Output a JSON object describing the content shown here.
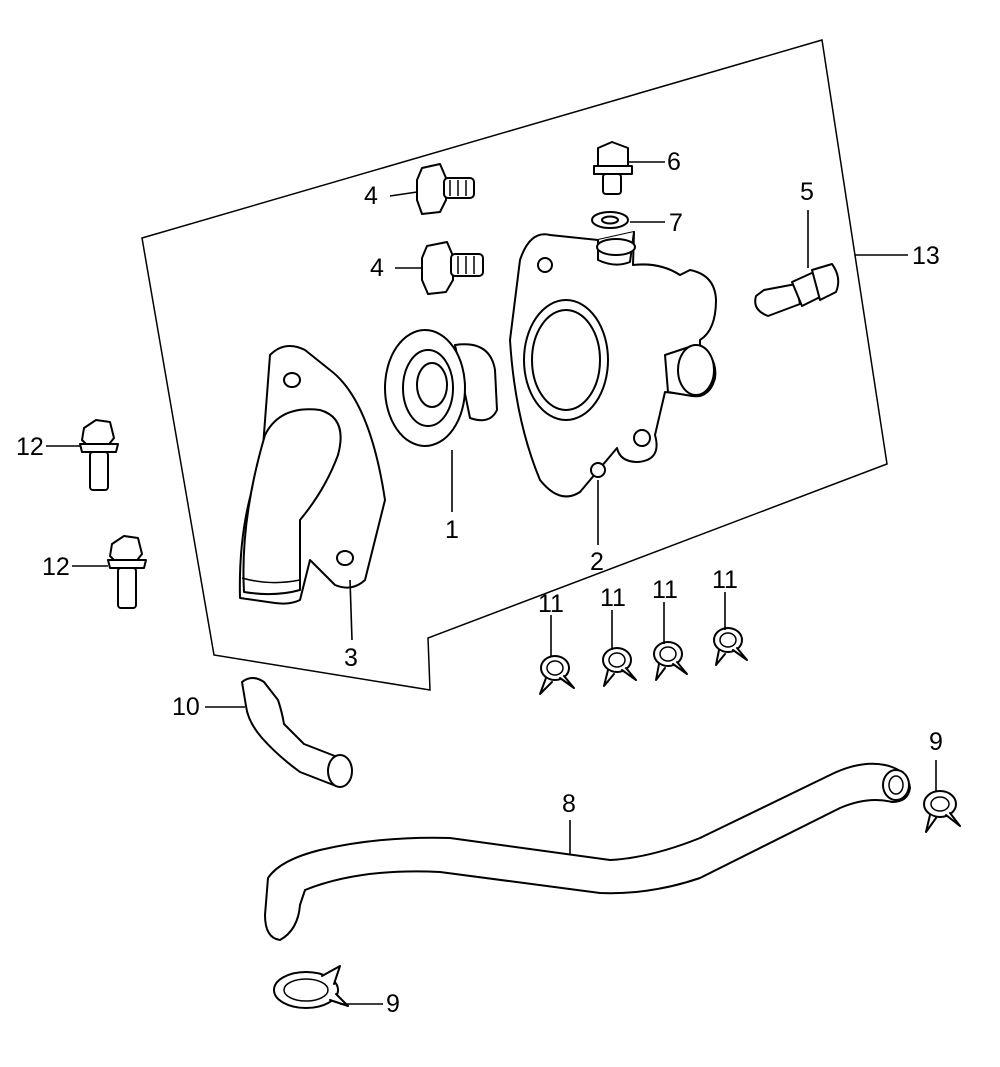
{
  "callouts": {
    "c1": "1",
    "c2": "2",
    "c3": "3",
    "c4a": "4",
    "c4b": "4",
    "c5": "5",
    "c6": "6",
    "c7": "7",
    "c8": "8",
    "c9a": "9",
    "c9b": "9",
    "c10": "10",
    "c11a": "11",
    "c11b": "11",
    "c11c": "11",
    "c11d": "11",
    "c12a": "12",
    "c12b": "12",
    "c13": "13"
  }
}
